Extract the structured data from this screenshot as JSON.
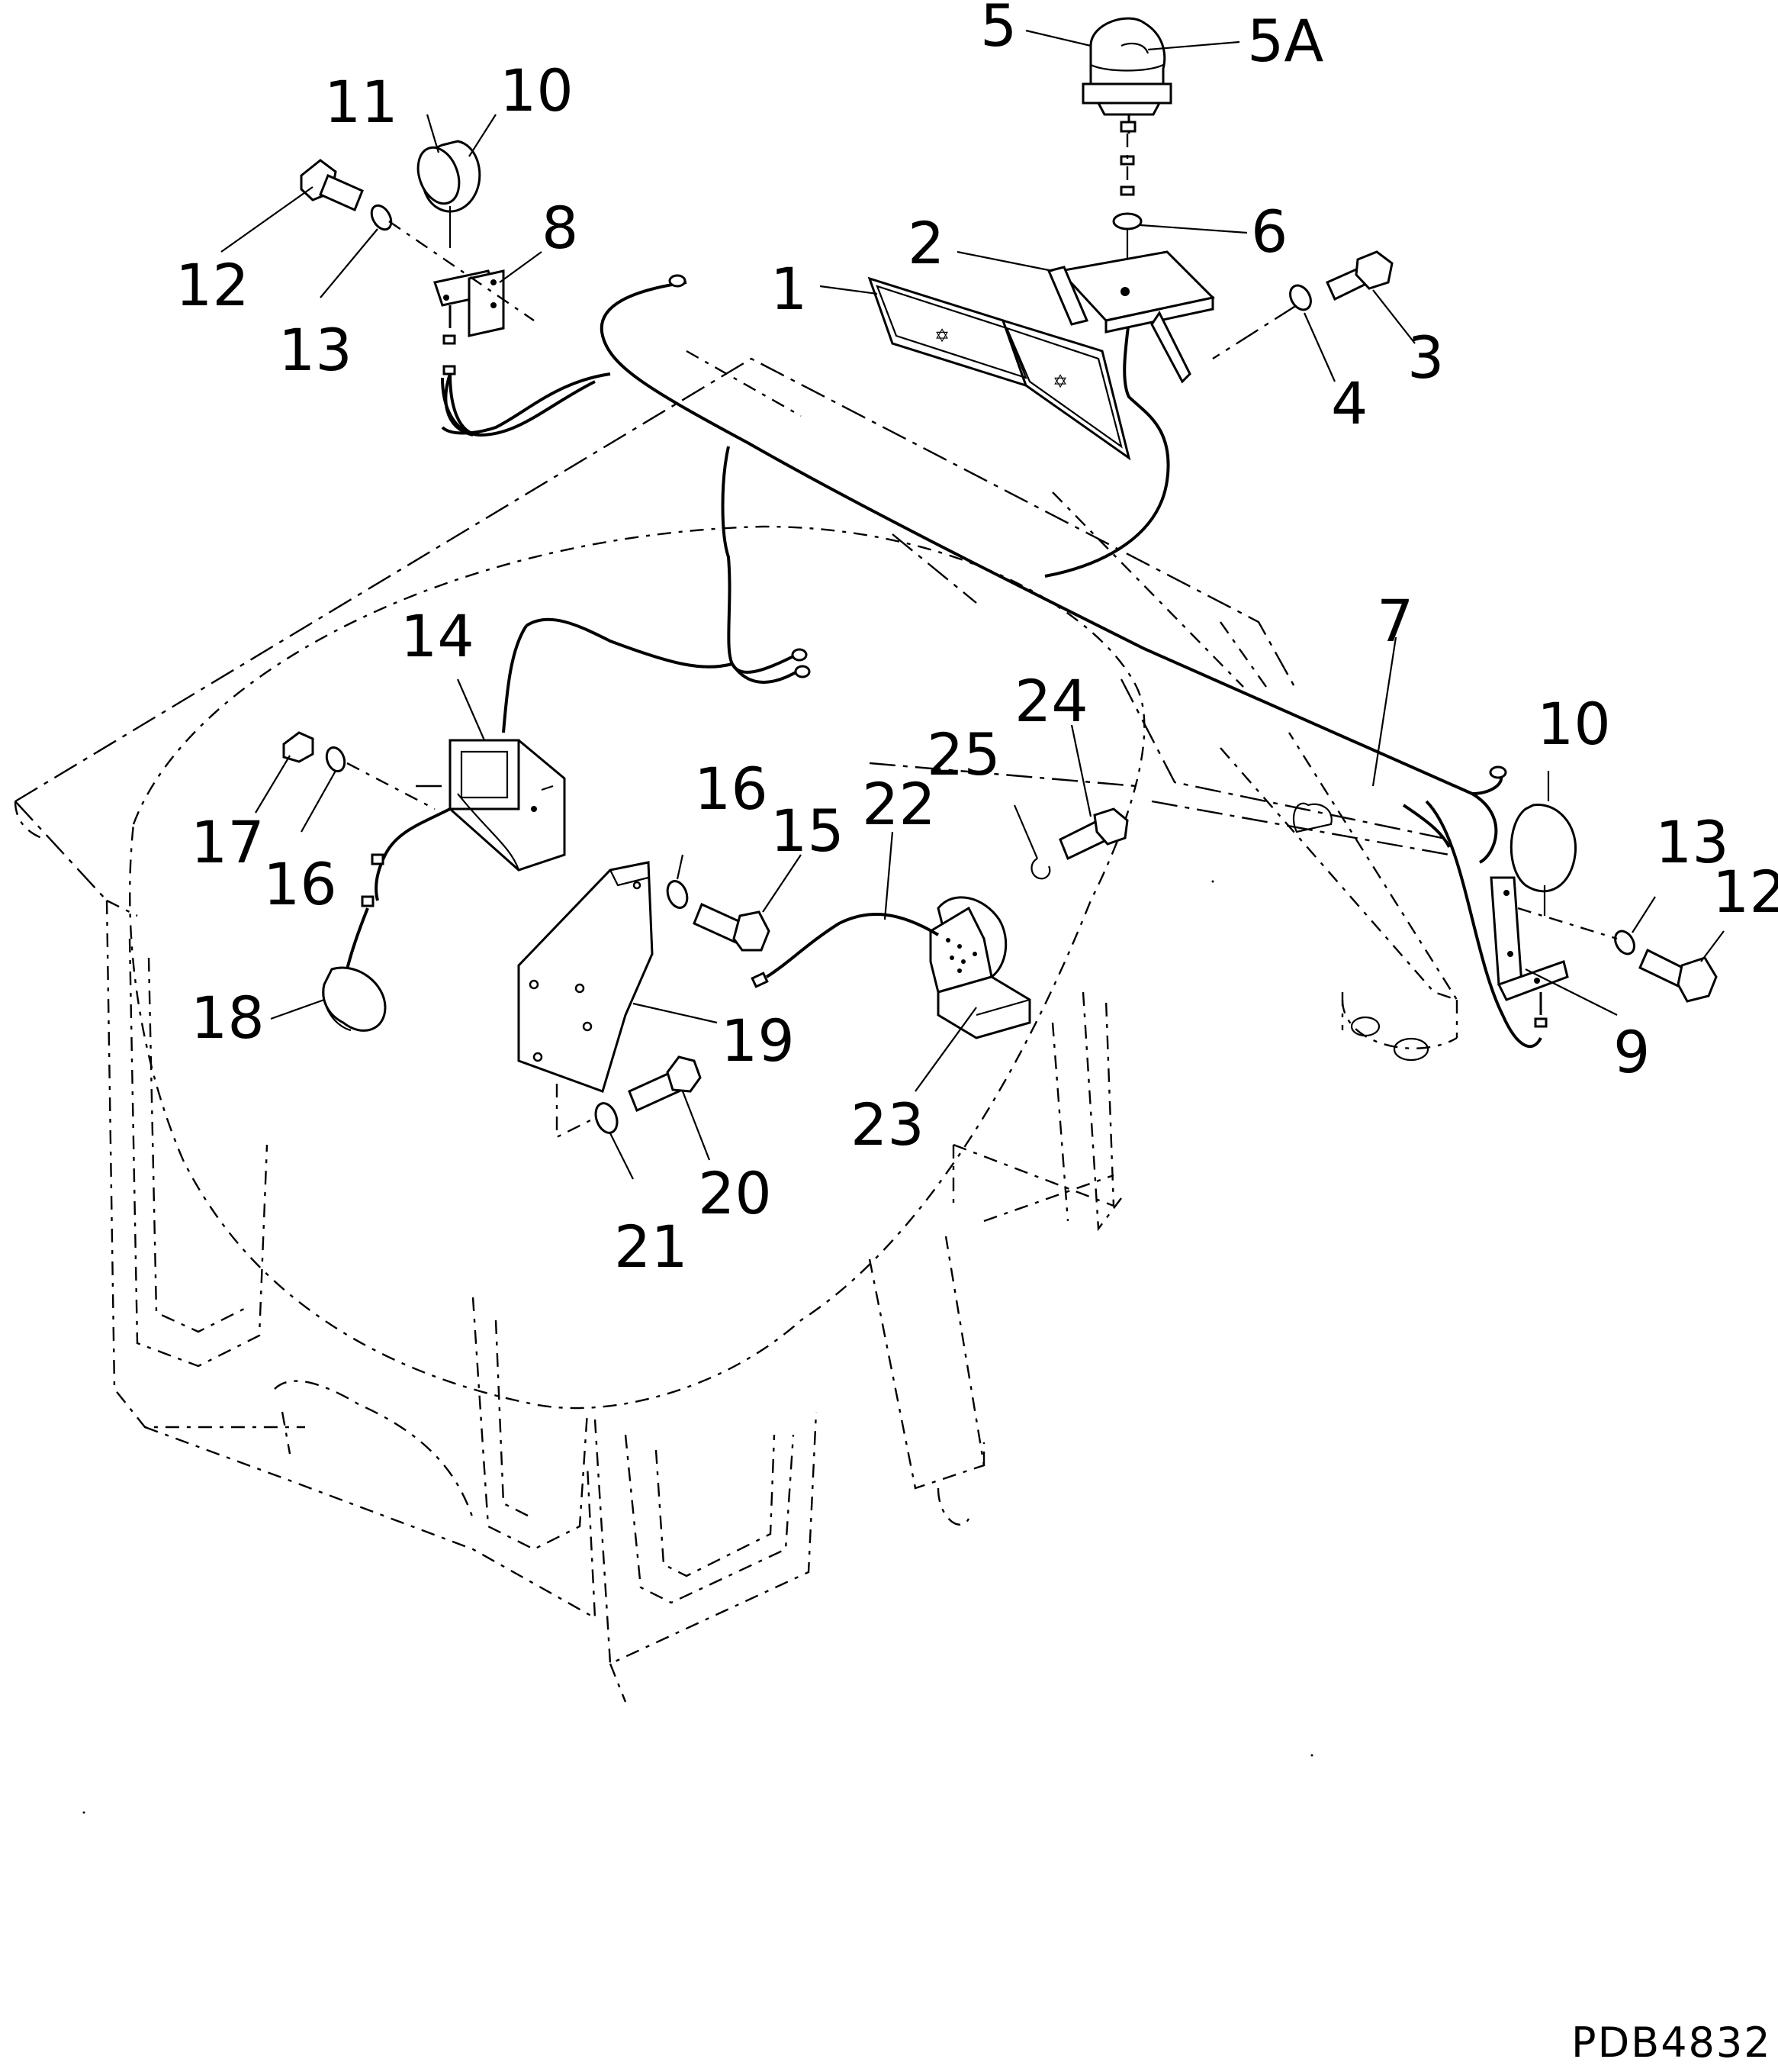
{
  "diagram": {
    "drawing_code": "PDB4832",
    "callouts": {
      "c5": "5",
      "c5a": "5A",
      "c11": "11",
      "c10a": "10",
      "c12a": "12",
      "c13a": "13",
      "c8": "8",
      "c2": "2",
      "c6": "6",
      "c1": "1",
      "c3": "3",
      "c4": "4",
      "c7": "7",
      "c14": "14",
      "c17": "17",
      "c16a": "16",
      "c16b": "16",
      "c15": "15",
      "c22": "22",
      "c25": "25",
      "c24": "24",
      "c10b": "10",
      "c13b": "13",
      "c12b": "12",
      "c9": "9",
      "c18": "18",
      "c19": "19",
      "c23": "23",
      "c20": "20",
      "c21": "21"
    }
  }
}
